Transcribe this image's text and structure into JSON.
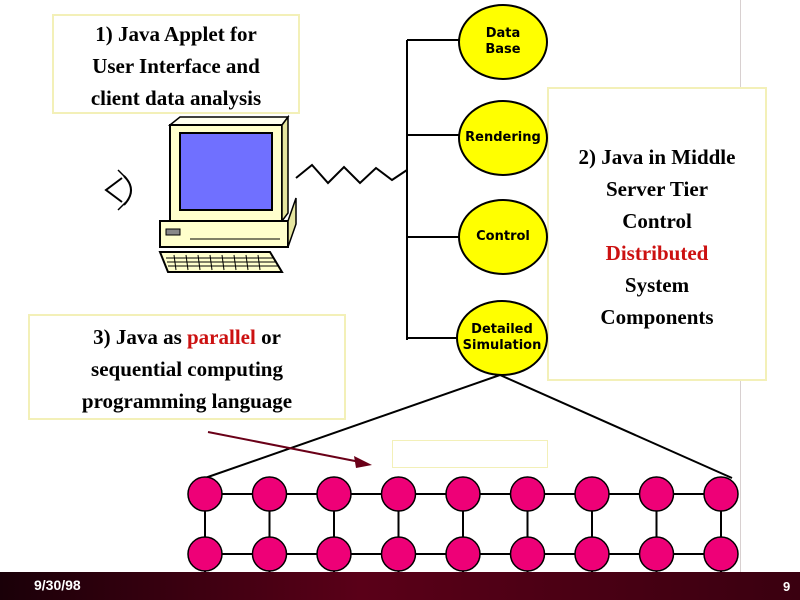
{
  "box1": {
    "line1": "1) Java Applet for",
    "line2": "User Interface and",
    "line3": "client data analysis"
  },
  "box2": {
    "line1": "2) Java in Middle",
    "line2": "Server Tier",
    "line3": "Control",
    "line4": "Distributed",
    "line5": "System",
    "line6": "Components"
  },
  "box3": {
    "line1_a": "3) Java as ",
    "line1_b": "parallel",
    "line1_c": " or",
    "line2": "sequential computing",
    "line3": "programming language"
  },
  "nodes": {
    "database_l1": "Data",
    "database_l2": "Base",
    "rendering": "Rendering",
    "control": "Control",
    "simulation_l1": "Detailed",
    "simulation_l2": "Simulation"
  },
  "footer": {
    "date": "9/30/98",
    "page": "9"
  },
  "colors": {
    "node_fill": "#ffff00",
    "grid_node_fill": "#ee0077",
    "highlight_text": "#cc1111",
    "box_border": "#f3f0b8"
  },
  "icons": [
    "computer-icon",
    "eye-icon"
  ]
}
